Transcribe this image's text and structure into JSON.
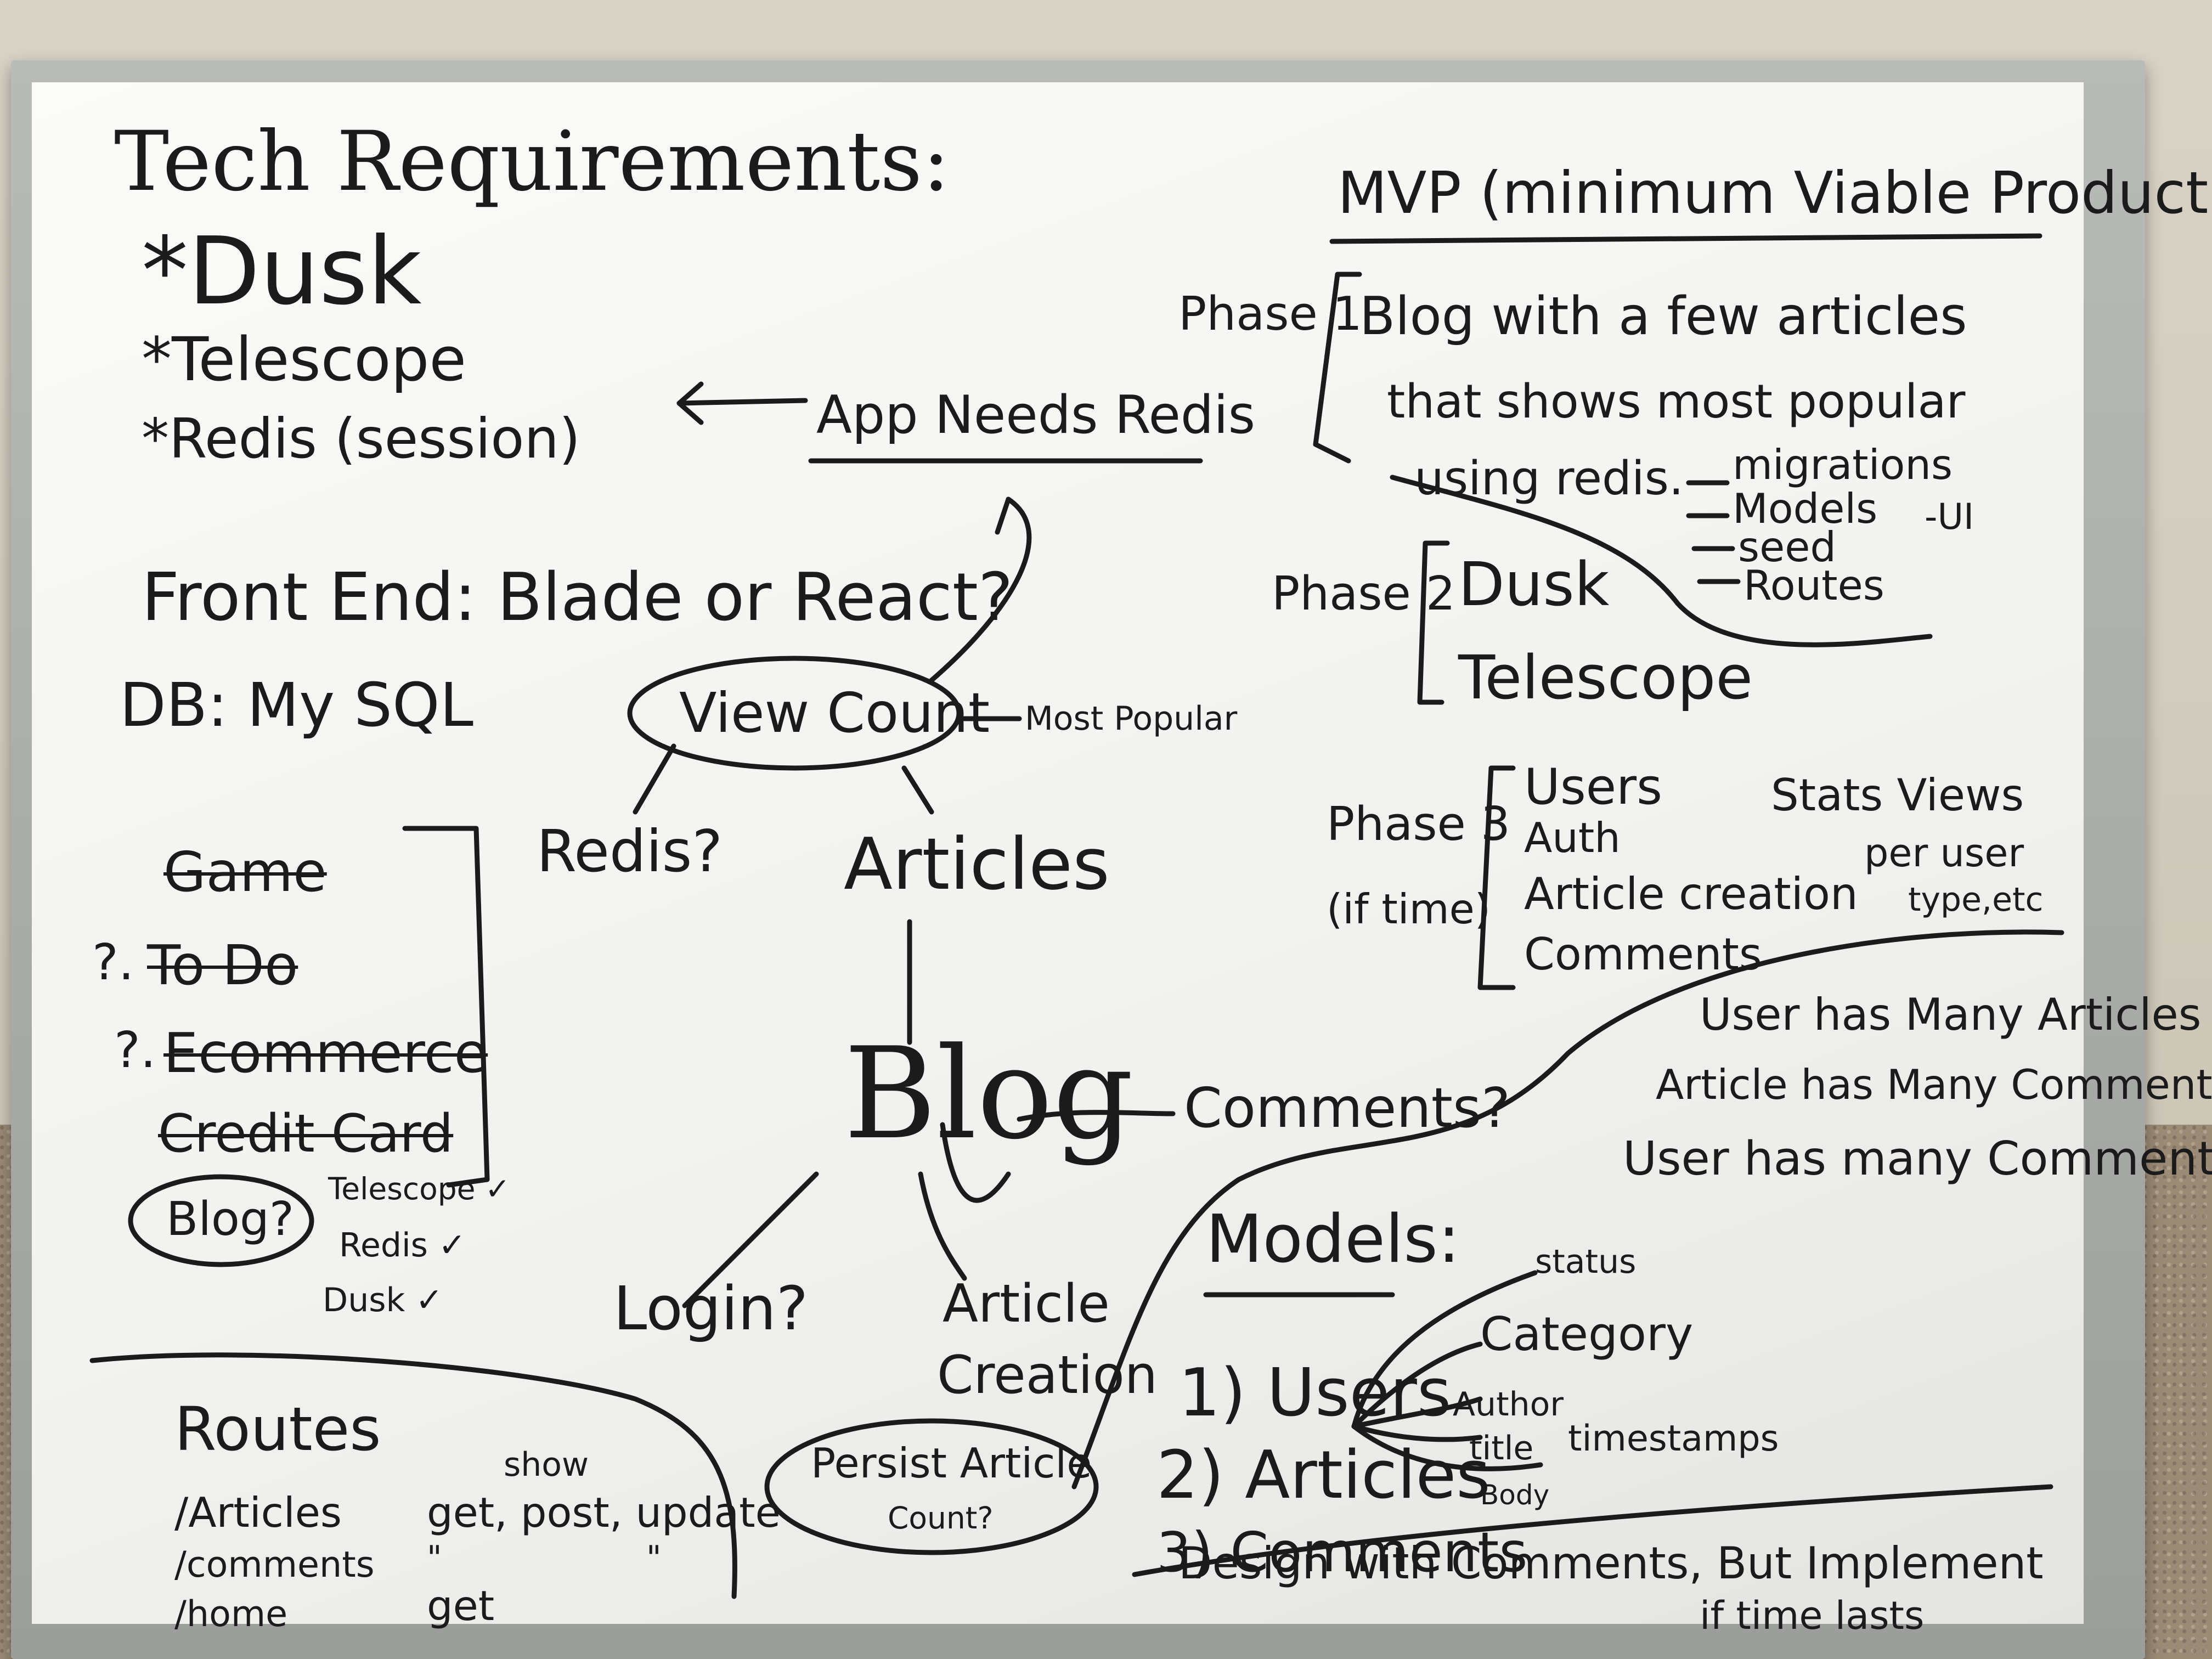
{
  "left": {
    "title": "Tech Requirements:",
    "req_items": [
      "*Dusk",
      "*Telescope",
      "*Redis (session)"
    ],
    "front_end": "Front End: Blade or React?",
    "db": "DB: My SQL",
    "struck_items": [
      "Game",
      "To Do",
      "Ecommerce",
      "Credit Card"
    ],
    "question_marks": [
      "?.",
      "?."
    ],
    "blog_option": "Blog?",
    "blog_checks": [
      "Telescope ✓",
      "Redis ✓",
      "Dusk ✓"
    ]
  },
  "center": {
    "app_needs_redis": "App Needs Redis",
    "view_count": "View Count",
    "most_popular": "Most Popular",
    "redis_q": "Redis?",
    "articles": "Articles",
    "blog": "Blog",
    "comments_q": "Comments?",
    "login_q": "Login?",
    "article_creation_1": "Article",
    "article_creation_2": "Creation",
    "persist_1": "Persist Article",
    "persist_2": "Count?"
  },
  "mvp": {
    "title": "MVP (minimum Viable Product)",
    "phase1_label": "Phase 1",
    "phase1_lines": [
      "Blog with a few articles",
      "that shows most popular",
      "using redis."
    ],
    "phase1_sub": [
      "migrations",
      "Models",
      "seed",
      "Routes"
    ],
    "ui_note": "-UI",
    "phase2_label": "Phase 2",
    "phase2_lines": [
      "Dusk",
      "Telescope"
    ],
    "phase3_label": "Phase 3",
    "phase3_sub": "(if time)",
    "phase3_lines": [
      "Users",
      "Auth",
      "Article creation",
      "Comments"
    ],
    "stats_note": [
      "Stats Views",
      "per user",
      "type,etc"
    ]
  },
  "relations": [
    "User has Many Articles",
    "Article has Many Comments",
    "User has many Comments"
  ],
  "models": {
    "title": "Models:",
    "items": [
      "1) Users",
      "2) Articles",
      "3) Comments"
    ],
    "fields": [
      "status",
      "Category",
      "Author",
      "title",
      "Body",
      "timestamps"
    ]
  },
  "design_note": [
    "Design with Comments, But Implement",
    "if time lasts"
  ],
  "routes": {
    "title": "Routes",
    "paths": [
      "/Articles",
      "/comments",
      "/home"
    ],
    "methods": [
      "get, post, update",
      "\"",
      "get"
    ],
    "show": "show",
    "ditto": "\""
  }
}
